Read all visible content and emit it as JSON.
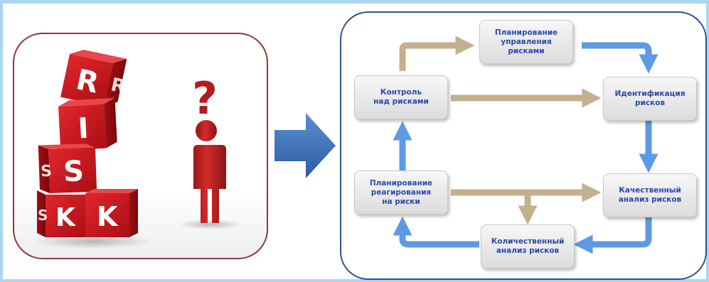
{
  "cubes": {
    "letters": [
      "R",
      "I",
      "S",
      "K",
      "K"
    ],
    "side_letters": [
      "R",
      "S",
      "S"
    ]
  },
  "figure": {
    "symbol": "?"
  },
  "diagram": {
    "nodes": {
      "planning": "Планирование\nуправления\nрисками",
      "identification": "Идентификация\nрисков",
      "qualitative": "Качественный\nанализ рисков",
      "quantitative": "Количественный\nанализ рисков",
      "response": "Планирование\nреагирования\nна риски",
      "control": "Контроль\nнад рисками"
    }
  },
  "colors": {
    "cube_red": "#c8161d",
    "figure_red": "#c02020",
    "blue_arrow": "#5d9ae6",
    "tan_arrow": "#c4b08e",
    "big_arrow": "#3a6fb5",
    "node_text": "#2c49a8"
  }
}
